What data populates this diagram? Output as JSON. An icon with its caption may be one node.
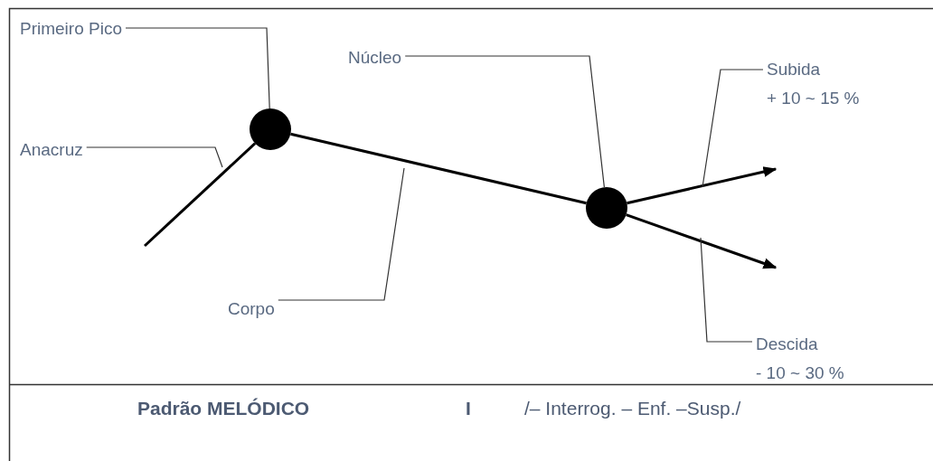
{
  "diagram": {
    "nodes": [
      {
        "text": [
          "Primeiro Pico"
        ]
      },
      {
        "text": [
          "Núcleo"
        ]
      },
      {
        "text": [
          "Subida",
          "+ 10 ~ 15 %"
        ]
      },
      {
        "text": [
          "Anacruz"
        ]
      },
      {
        "text": [],
        "shape": "circle"
      },
      {
        "text": [],
        "shape": "circle"
      },
      {
        "text": [
          "Corpo"
        ]
      },
      {
        "text": [
          "Descida",
          "- 10 ~ 30 %"
        ]
      }
    ],
    "edges": [
      {
        "from": null,
        "to": 4,
        "arrow": "none",
        "style": "thick"
      },
      {
        "from": 4,
        "to": 5,
        "arrow": "none",
        "style": "thick"
      },
      {
        "from": 5,
        "to": null,
        "arrow": "to",
        "style": "thick"
      },
      {
        "from": 5,
        "to": null,
        "arrow": "to",
        "style": "thick"
      },
      {
        "from": 0,
        "to": 4,
        "arrow": "none"
      },
      {
        "from": 1,
        "to": 5,
        "arrow": "none"
      },
      {
        "from": 2,
        "to": null,
        "arrow": "none"
      },
      {
        "from": 3,
        "to": null,
        "arrow": "none"
      },
      {
        "from": 6,
        "to": null,
        "arrow": "none"
      },
      {
        "from": 7,
        "to": null,
        "arrow": "none"
      }
    ],
    "labels": [
      "Padrão MELÓDICO",
      "I",
      "/– Interrog. – Enf. –Susp./"
    ]
  }
}
